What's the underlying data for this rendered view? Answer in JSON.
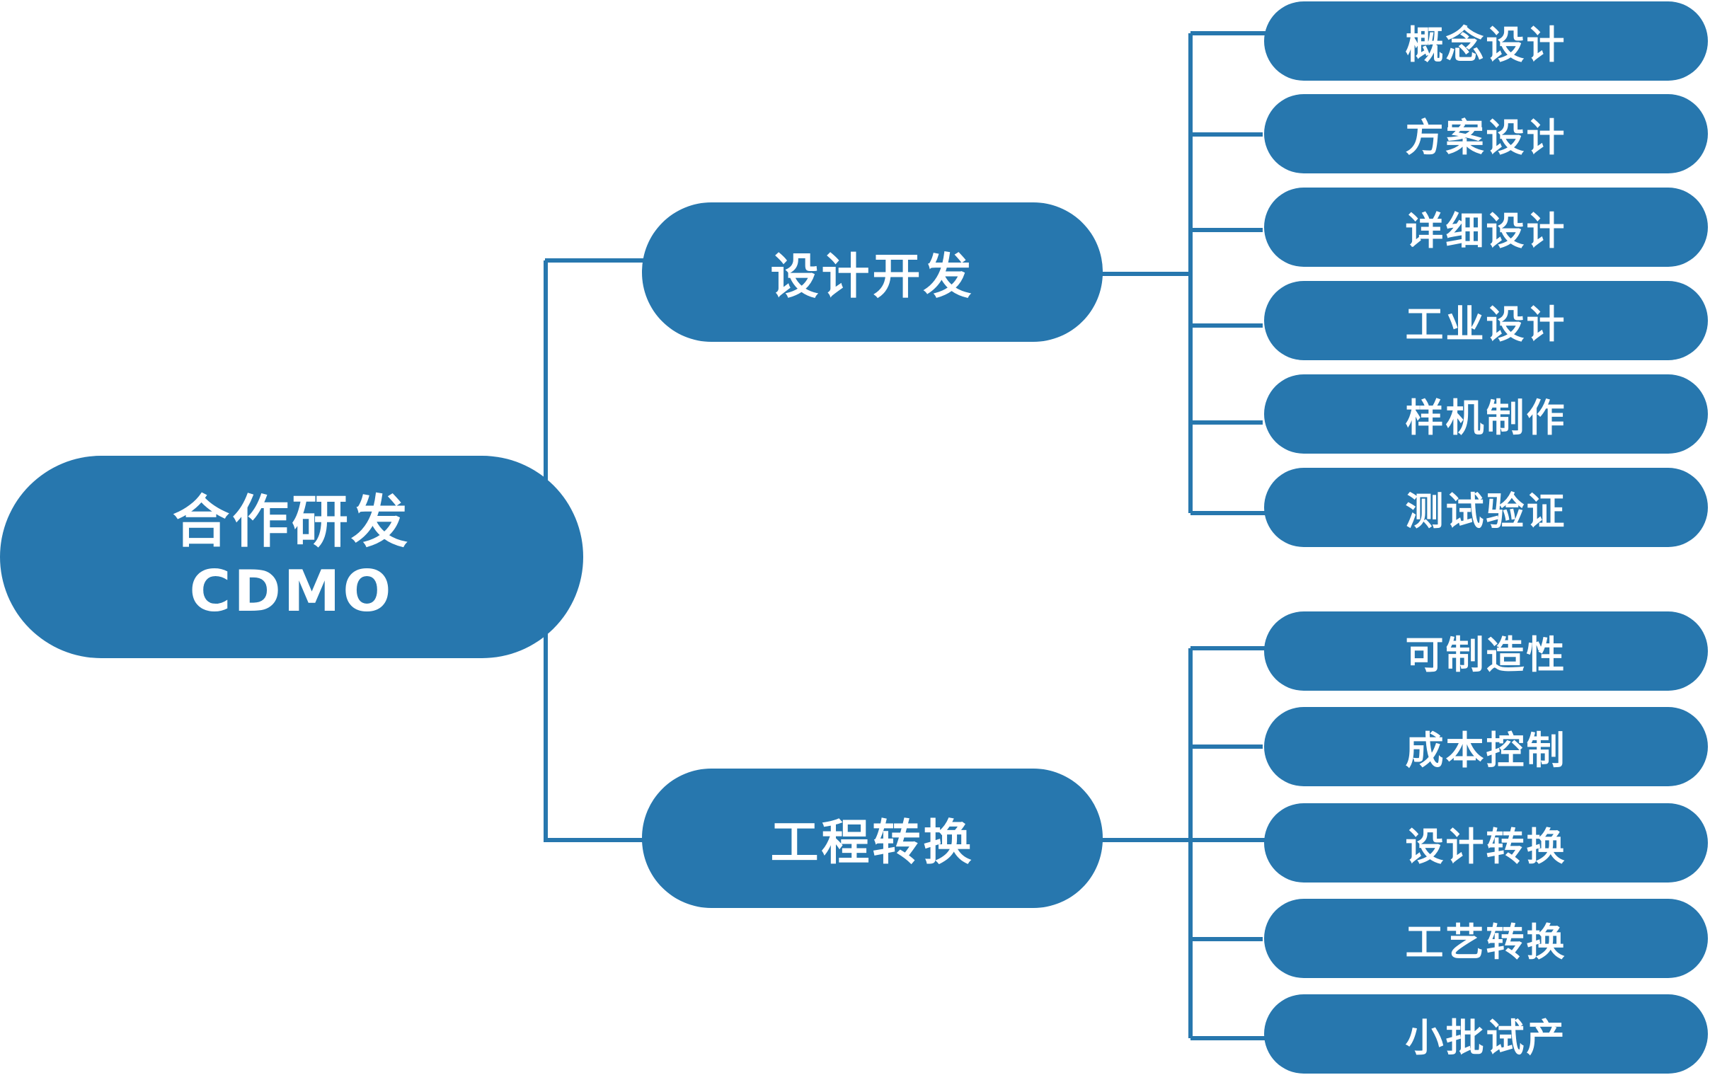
{
  "colors": {
    "node_fill": "#2777ae",
    "connector": "#2777ae",
    "text": "#ffffff",
    "background": "#ffffff"
  },
  "root": {
    "line1": "合作研发",
    "line2": "CDMO"
  },
  "branches": [
    {
      "label": "设计开发",
      "children": [
        "概念设计",
        "方案设计",
        "详细设计",
        "工业设计",
        "样机制作",
        "测试验证"
      ]
    },
    {
      "label": "工程转换",
      "children": [
        "可制造性",
        "成本控制",
        "设计转换",
        "工艺转换",
        "小批试产"
      ]
    }
  ]
}
